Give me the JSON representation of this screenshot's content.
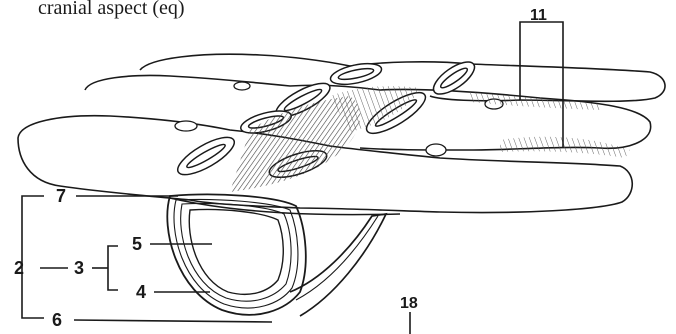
{
  "caption": "cranial aspect (eq)",
  "labels": {
    "l2": "2",
    "l3": "3",
    "l4": "4",
    "l5": "5",
    "l6": "6",
    "l7": "7",
    "l11": "11",
    "l18": "18"
  },
  "colors": {
    "ink": "#1a1a1a",
    "paper": "#ffffff",
    "hatch": "#555555"
  }
}
